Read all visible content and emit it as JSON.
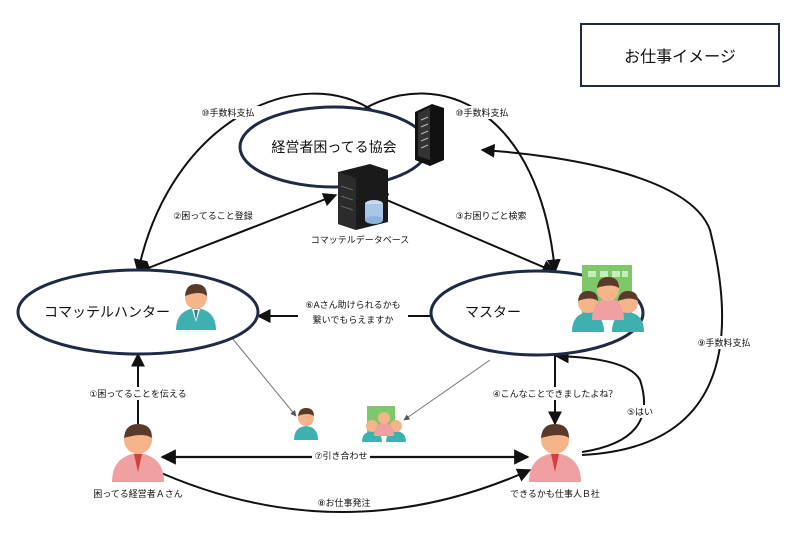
{
  "title": "お仕事イメージ",
  "nodes": {
    "association": "経営者困ってる協会",
    "hunter": "コマッテルハンター",
    "master": "マスター",
    "database": "コマッテルデータベース",
    "client": "困ってる経営者Ａさん",
    "company": "できるかも仕事人Ｂ社"
  },
  "edges": {
    "fee_left": "⑩手数料支払",
    "fee_right": "⑩手数料支払",
    "register": "②困ってること登録",
    "search": "③お困りごと検索",
    "connect_line1": "⑥Aさん助けられるかも",
    "connect_line2": "繋いでもらえますか",
    "tell": "①困ってることを伝える",
    "ask": "④こんなことできましたよね？",
    "yes": "⑤はい",
    "fee_9": "⑨手数料支払",
    "introduce": "⑦引き合わせ",
    "order": "⑧お仕事発注"
  },
  "colors": {
    "ellipse_stroke": "#1f2a44",
    "line": "#111111",
    "shirt": "#3fb0b0",
    "shirt_red": "#f0a0a0",
    "skin": "#f5b48a",
    "hair": "#5a3a2a",
    "server": "#1a1a1a",
    "cylinder": "#a9c6e8",
    "building": "#7ec86a"
  }
}
